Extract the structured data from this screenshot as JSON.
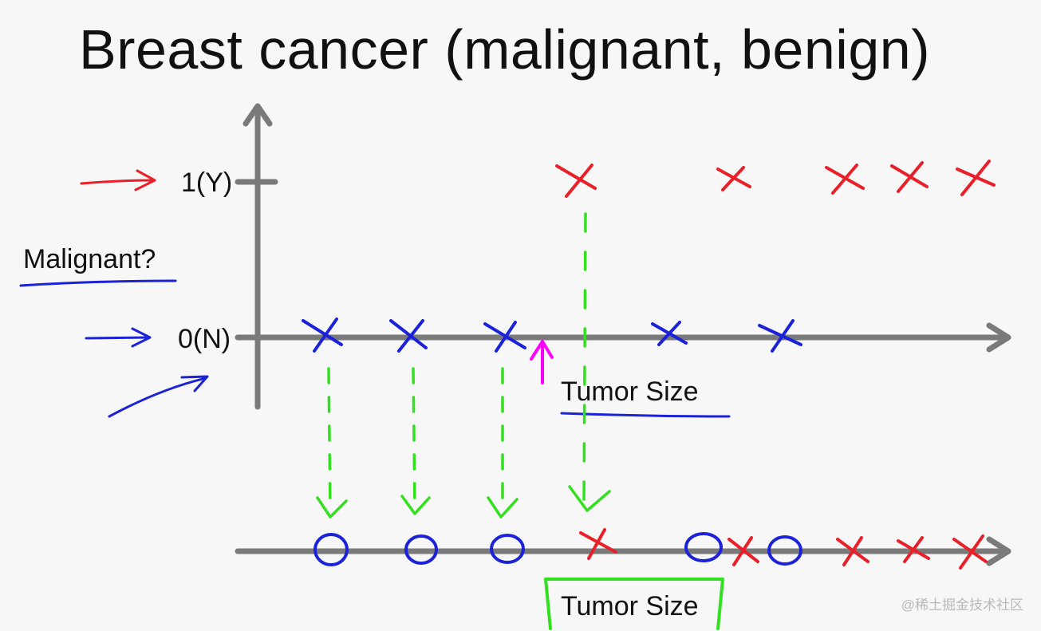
{
  "title": "Breast cancer (malignant, benign)",
  "y_axis_label": "Malignant?",
  "tick_1": "1(Y)",
  "tick_0": "0(N)",
  "x_axis_label_top": "Tumor Size",
  "x_axis_label_bottom": "Tumor Size",
  "watermark": "@稀土掘金技术社区",
  "colors": {
    "axis": "#7a7a7a",
    "malignant": "#e8202a",
    "benign": "#1b22d8",
    "projection": "#33e01f",
    "threshold_arrow": "#ff00ff",
    "background": "#f7f7f7"
  }
}
